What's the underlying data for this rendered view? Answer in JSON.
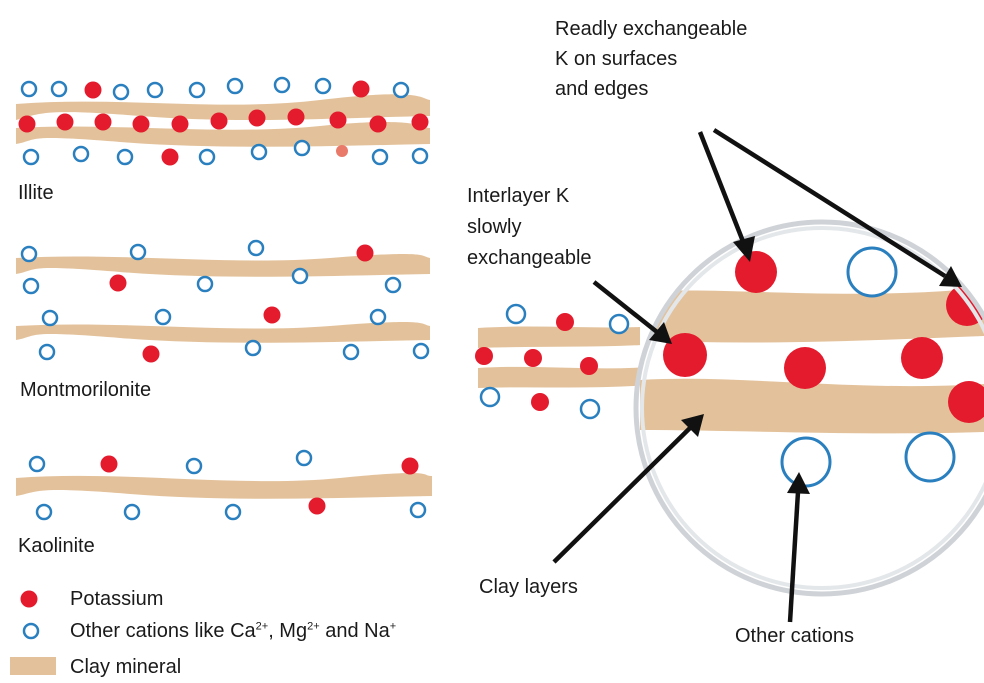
{
  "colors": {
    "potassium": "#e41a2d",
    "other_cation_stroke": "#2a7fbf",
    "clay": "#e3c29b",
    "magnifier_ring": "#d0d4d8",
    "arrow": "#111111",
    "text": "#1a1a1a"
  },
  "minerals": {
    "illite": "Illite",
    "montmorillonite": "Montmorilonite",
    "kaolinite": "Kaolinite"
  },
  "callouts": {
    "readily_exchangeable": [
      "Readly exchangeable",
      "K on surfaces",
      "and edges"
    ],
    "interlayer": [
      "Interlayer K",
      "slowly",
      "exchangeable"
    ],
    "clay_layers": "Clay layers",
    "other_cations": "Other cations"
  },
  "legend": {
    "potassium": "Potassium",
    "other_cations": {
      "prefix": "Other cations like Ca",
      "ca_charge": "2+",
      "mg": ", Mg",
      "mg_charge": "2+",
      "and_na": " and Na",
      "na_charge": "+"
    },
    "clay_mineral": "Clay mineral"
  }
}
